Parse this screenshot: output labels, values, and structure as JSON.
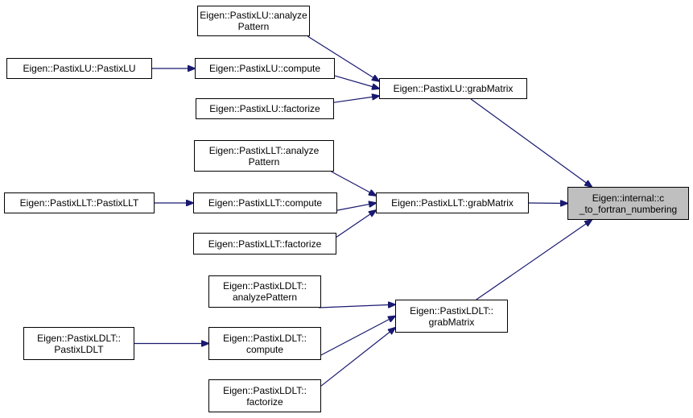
{
  "diagram": {
    "colors": {
      "edge": "#191970",
      "node_border": "#000000",
      "root_fill": "#bfbfbf",
      "node_fill": "#ffffff"
    },
    "nodes": {
      "root": {
        "lines": [
          "Eigen::internal::c",
          "_to_fortran_numbering"
        ]
      },
      "lu_analyze": {
        "lines": [
          "Eigen::PastixLU::analyze",
          "Pattern"
        ]
      },
      "lu_ctor": {
        "lines": [
          "Eigen::PastixLU::PastixLU"
        ]
      },
      "lu_compute": {
        "lines": [
          "Eigen::PastixLU::compute"
        ]
      },
      "lu_factorize": {
        "lines": [
          "Eigen::PastixLU::factorize"
        ]
      },
      "lu_grab": {
        "lines": [
          "Eigen::PastixLU::grabMatrix"
        ]
      },
      "llt_analyze": {
        "lines": [
          "Eigen::PastixLLT::analyze",
          "Pattern"
        ]
      },
      "llt_ctor": {
        "lines": [
          "Eigen::PastixLLT::PastixLLT"
        ]
      },
      "llt_compute": {
        "lines": [
          "Eigen::PastixLLT::compute"
        ]
      },
      "llt_factorize": {
        "lines": [
          "Eigen::PastixLLT::factorize"
        ]
      },
      "llt_grab": {
        "lines": [
          "Eigen::PastixLLT::grabMatrix"
        ]
      },
      "ldlt_analyze": {
        "lines": [
          "Eigen::PastixLDLT::",
          "analyzePattern"
        ]
      },
      "ldlt_ctor": {
        "lines": [
          "Eigen::PastixLDLT::",
          "PastixLDLT"
        ]
      },
      "ldlt_compute": {
        "lines": [
          "Eigen::PastixLDLT::",
          "compute"
        ]
      },
      "ldlt_factorize": {
        "lines": [
          "Eigen::PastixLDLT::",
          "factorize"
        ]
      },
      "ldlt_grab": {
        "lines": [
          "Eigen::PastixLDLT::",
          "grabMatrix"
        ]
      }
    },
    "edges": [
      {
        "from": "lu_analyze",
        "to": "lu_grab"
      },
      {
        "from": "lu_ctor",
        "to": "lu_compute"
      },
      {
        "from": "lu_compute",
        "to": "lu_grab"
      },
      {
        "from": "lu_factorize",
        "to": "lu_grab"
      },
      {
        "from": "lu_grab",
        "to": "root"
      },
      {
        "from": "llt_analyze",
        "to": "llt_grab"
      },
      {
        "from": "llt_ctor",
        "to": "llt_compute"
      },
      {
        "from": "llt_compute",
        "to": "llt_grab"
      },
      {
        "from": "llt_factorize",
        "to": "llt_grab"
      },
      {
        "from": "llt_grab",
        "to": "root"
      },
      {
        "from": "ldlt_analyze",
        "to": "ldlt_grab"
      },
      {
        "from": "ldlt_ctor",
        "to": "ldlt_compute"
      },
      {
        "from": "ldlt_compute",
        "to": "ldlt_grab"
      },
      {
        "from": "ldlt_factorize",
        "to": "ldlt_grab"
      },
      {
        "from": "ldlt_grab",
        "to": "root"
      }
    ]
  }
}
